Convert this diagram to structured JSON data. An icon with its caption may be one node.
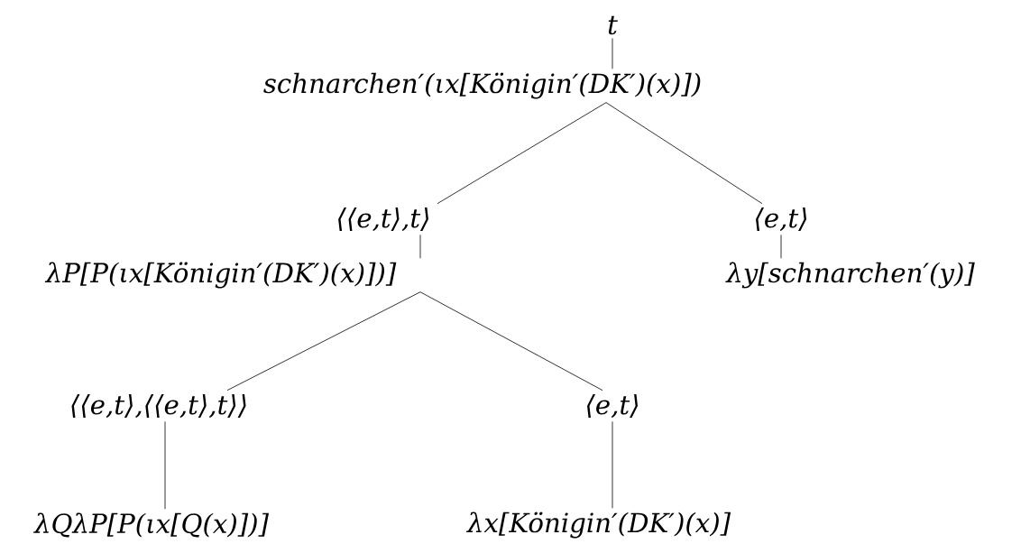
{
  "diagram": {
    "nodes": [
      {
        "text": [
          "t"
        ]
      },
      {
        "text": [
          "schnarchen′(ιx[Königin′(DK′)(x)])"
        ]
      },
      {
        "text": [
          "⟨⟨e,t⟩,t⟩"
        ]
      },
      {
        "text": [
          "⟨e,t⟩"
        ]
      },
      {
        "text": [
          "λP[P(ιx[Königin′(DK′)(x)])]"
        ]
      },
      {
        "text": [
          "λy[schnarchen′(y)]"
        ]
      },
      {
        "text": [
          "⟨⟨e,t⟩,⟨⟨e,t⟩,t⟩⟩"
        ]
      },
      {
        "text": [
          "⟨e,t⟩"
        ]
      },
      {
        "text": [
          "λQλP[P(ιx[Q(x)])]"
        ]
      },
      {
        "text": [
          "λx[Königin′(DK′)(x)]"
        ]
      }
    ],
    "edges": [
      {
        "from": 0,
        "to": 1,
        "arrow": "none"
      },
      {
        "from": 1,
        "to": 2,
        "arrow": "none"
      },
      {
        "from": 1,
        "to": 3,
        "arrow": "none"
      },
      {
        "from": 2,
        "to": 4,
        "arrow": "none"
      },
      {
        "from": 3,
        "to": 5,
        "arrow": "none"
      },
      {
        "from": 4,
        "to": 6,
        "arrow": "none"
      },
      {
        "from": 4,
        "to": 7,
        "arrow": "none"
      },
      {
        "from": 6,
        "to": 8,
        "arrow": "none"
      },
      {
        "from": 7,
        "to": 9,
        "arrow": "none"
      }
    ]
  }
}
